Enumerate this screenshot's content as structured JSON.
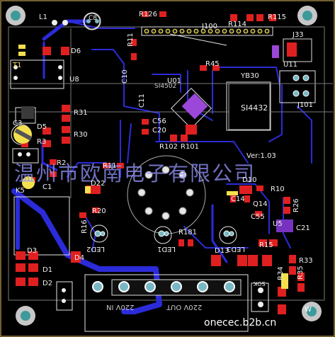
{
  "labels": {
    "L1": "L1",
    "C8": "C8",
    "R126": "R126",
    "J100": "J100",
    "R114": "R114",
    "R115": "R115",
    "J33": "J33",
    "T1": "T1",
    "D6": "D6",
    "R11": "R11",
    "U8": "U8",
    "C10": "C10",
    "U01": "U01",
    "SI4502": "SI4502",
    "R45": "R45",
    "YB30": "YB30",
    "U11": "U11",
    "J101": "J101",
    "C11": "C11",
    "SI4432": "SI4432",
    "R31": "R31",
    "D5": "D5",
    "C3": "C3",
    "R30": "R30",
    "R3": "R3",
    "C56": "C56",
    "C20": "C20",
    "R102": "R102",
    "R101": "R101",
    "R2": "R2",
    "R11b": "R11",
    "Ver": "Ver:1.03",
    "C1": "C1",
    "D22": "D22",
    "D10": "D10",
    "R10": "R10",
    "K5": "K5",
    "C14": "C14",
    "Q14": "Q14",
    "R26": "R26",
    "R20": "R20",
    "C55": "C55",
    "U5": "U5",
    "C21": "C21",
    "R16": "R16",
    "LED2": "LED2",
    "LED1": "LED1",
    "R181": "R181",
    "D13": "D13",
    "LED3": "LED3",
    "R15": "R15",
    "D3": "D3",
    "D4": "D4",
    "R33": "R33",
    "D1": "D1",
    "R34": "R34",
    "R35": "R35",
    "D2": "D2",
    "T11": "220V IN",
    "T12": "220V OUT",
    "SOK": "SOK"
  },
  "watermark": "温州市欧南电子有限公司",
  "footer": "onecec.b2b.cn",
  "footer_corner": "W"
}
